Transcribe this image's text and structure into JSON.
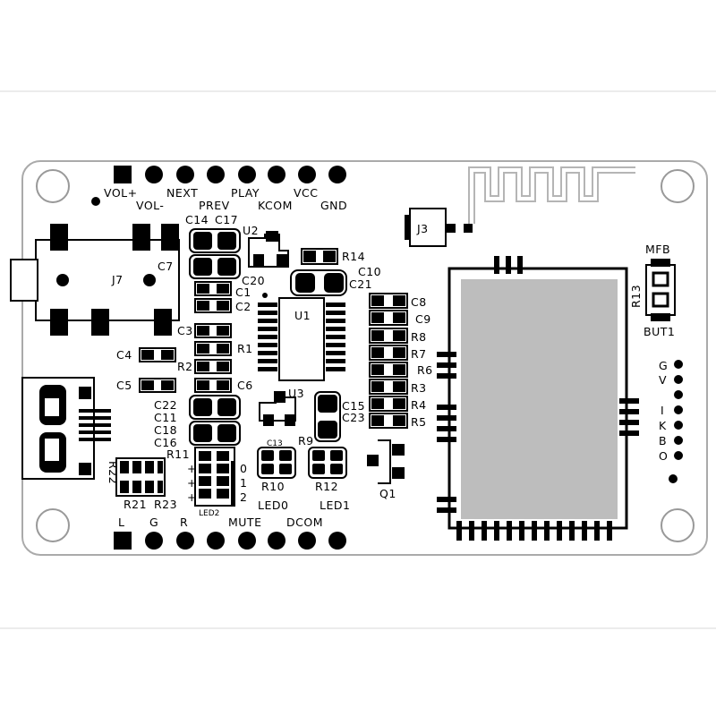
{
  "colors": {
    "ink": "#000000",
    "board": "#ffffff",
    "outline": "#bbbbbb",
    "module": "#bdbdbd",
    "antenna": "#c8c8c8"
  },
  "header_labels": {
    "vol_plus": "VOL+",
    "next": "NEXT",
    "play": "PLAY",
    "vcc": "VCC",
    "vol_minus": "VOL-",
    "prev": "PREV",
    "kcom": "KCOM",
    "gnd": "GND"
  },
  "footer_labels": {
    "l": "L",
    "g": "G",
    "r": "R",
    "mute": "MUTE",
    "dcom": "DCOM"
  },
  "side_labels": [
    "G",
    "V",
    "I",
    "K",
    "B",
    "O"
  ],
  "button": {
    "mfb": "MFB",
    "but1": "BUT1",
    "r13": "R13"
  },
  "designators": {
    "j3": "J3",
    "j7": "J7",
    "u1": "U1",
    "u2": "U2",
    "u3": "U3",
    "q1": "Q1",
    "c1": "C1",
    "c2": "C2",
    "c3": "C3",
    "c4": "C4",
    "c5": "C5",
    "c6": "C6",
    "c7": "C7",
    "c8": "C8",
    "c9": "C9",
    "c10": "C10",
    "c11": "C11",
    "c13": "C13",
    "c14": "C14",
    "c15": "C15",
    "c16": "C16",
    "c17": "C17",
    "c18": "C18",
    "c20": "C20",
    "c21": "C21",
    "c22": "C22",
    "c23": "C23",
    "r1": "R1",
    "r2": "R2",
    "r3": "R3",
    "r4": "R4",
    "r5": "R5",
    "r6": "R6",
    "r7": "R7",
    "r8": "R8",
    "r9": "R9",
    "r10": "R10",
    "r11": "R11",
    "r12": "R12",
    "r14": "R14",
    "r21": "R21",
    "r22": "R22",
    "r23": "R23",
    "led0": "LED0",
    "led1": "LED1",
    "led2": "LED2"
  },
  "led2_marks": {
    "n0": "0",
    "n1": "1",
    "n2": "2",
    "plus": "+"
  }
}
